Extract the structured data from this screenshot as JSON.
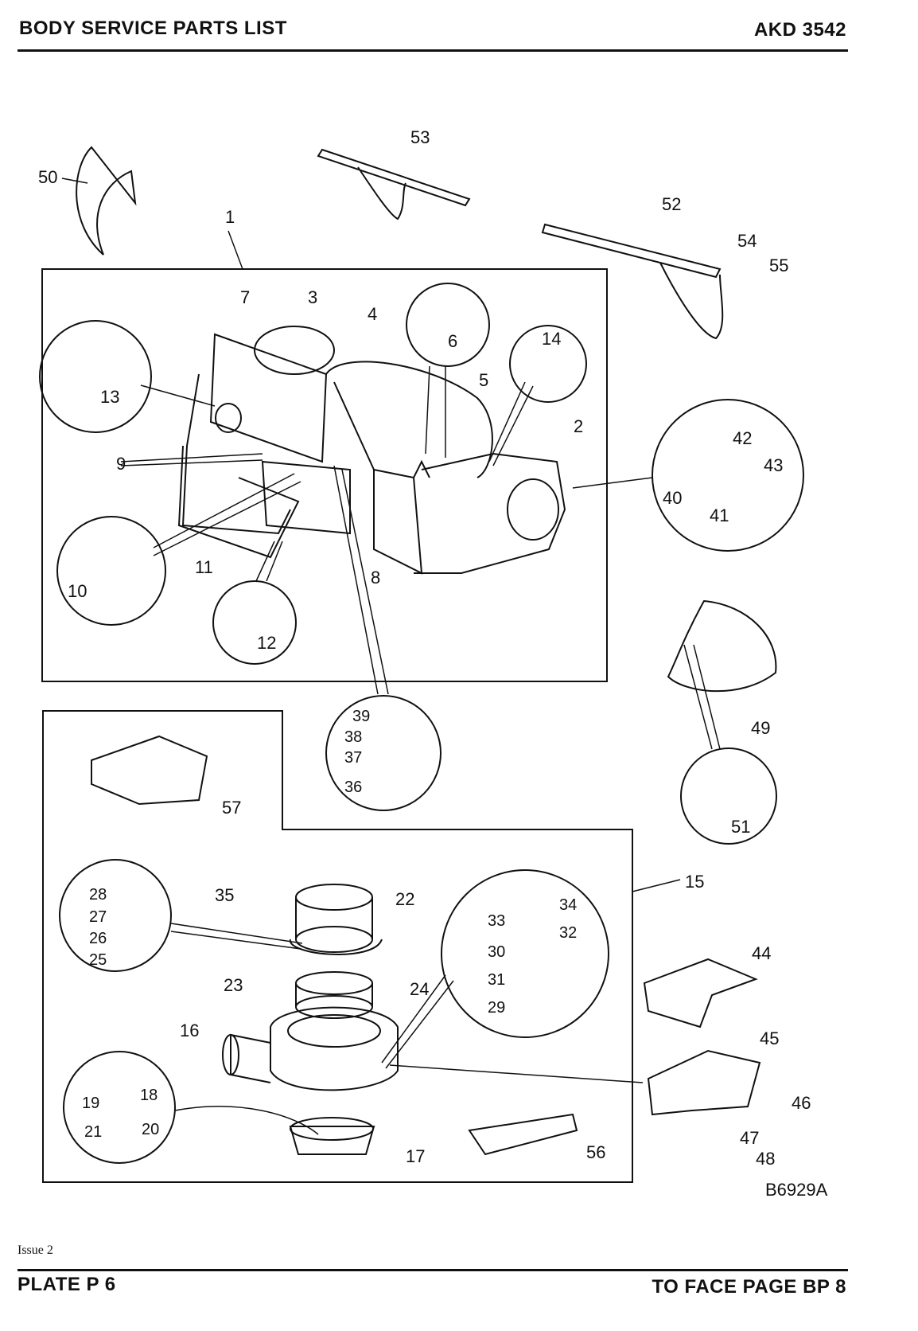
{
  "header": {
    "title": "BODY SERVICE PARTS LIST",
    "part_code": "AKD 3542"
  },
  "footer": {
    "issue": "Issue 2",
    "plate": "PLATE P 6",
    "face_page": "TO FACE PAGE BP 8"
  },
  "drawing": {
    "reference": "B6929A"
  },
  "callouts": {
    "c1": "1",
    "c2": "2",
    "c3": "3",
    "c4": "4",
    "c5": "5",
    "c6": "6",
    "c7": "7",
    "c8": "8",
    "c9": "9",
    "c10": "10",
    "c11": "11",
    "c12": "12",
    "c13": "13",
    "c14": "14",
    "c15": "15",
    "c16": "16",
    "c17": "17",
    "c18": "18",
    "c19": "19",
    "c20": "20",
    "c21": "21",
    "c22": "22",
    "c23": "23",
    "c24": "24",
    "c25": "25",
    "c26": "26",
    "c27": "27",
    "c28": "28",
    "c29": "29",
    "c30": "30",
    "c31": "31",
    "c32": "32",
    "c33": "33",
    "c34": "34",
    "c35": "35",
    "c36": "36",
    "c37": "37",
    "c38": "38",
    "c39": "39",
    "c40": "40",
    "c41": "41",
    "c42": "42",
    "c43": "43",
    "c44": "44",
    "c45": "45",
    "c46": "46",
    "c47": "47",
    "c48": "48",
    "c49": "49",
    "c50": "50",
    "c51": "51",
    "c52": "52",
    "c53": "53",
    "c54": "54",
    "c55": "55",
    "c56": "56",
    "c57": "57"
  }
}
